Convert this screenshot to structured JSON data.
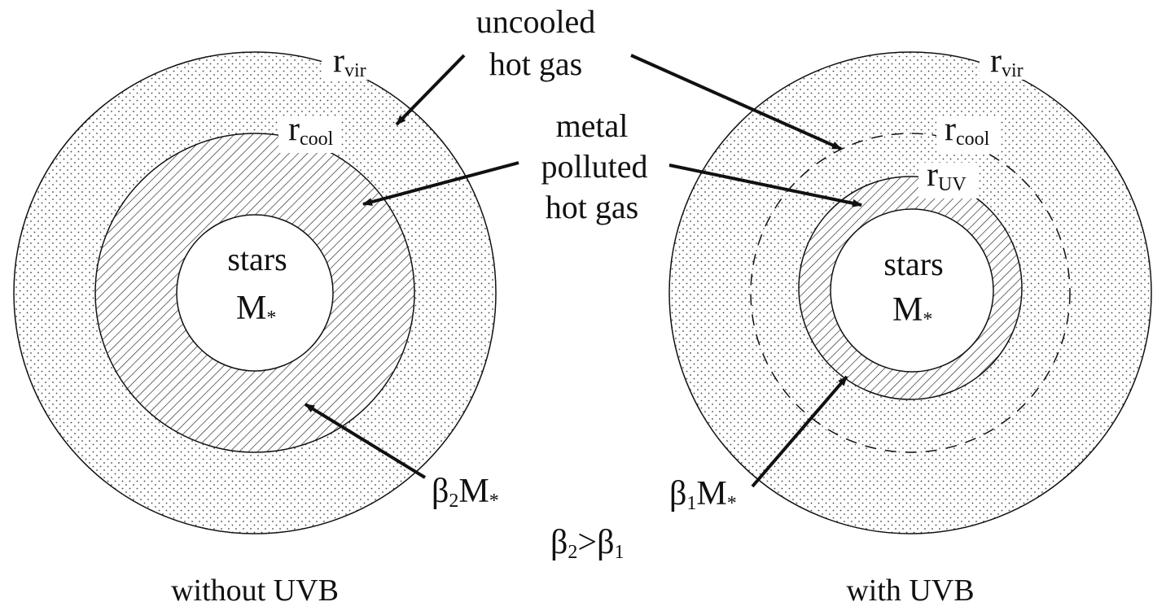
{
  "labels": {
    "uncooled_line1": "uncooled",
    "uncooled_line2": "hot gas",
    "metal_line1": "metal",
    "metal_line2": "polluted",
    "metal_line3": "hot gas",
    "stars": "stars",
    "mass_symbol": "M",
    "mass_sub": "*",
    "r_symbol": "r",
    "vir_sub": "vir",
    "cool_sub": "cool",
    "uv_sub": "UV",
    "beta": "β",
    "beta2_index": "2",
    "beta1_index": "1",
    "gt": ">",
    "caption_left": "without UVB",
    "caption_right": "with UVB"
  }
}
